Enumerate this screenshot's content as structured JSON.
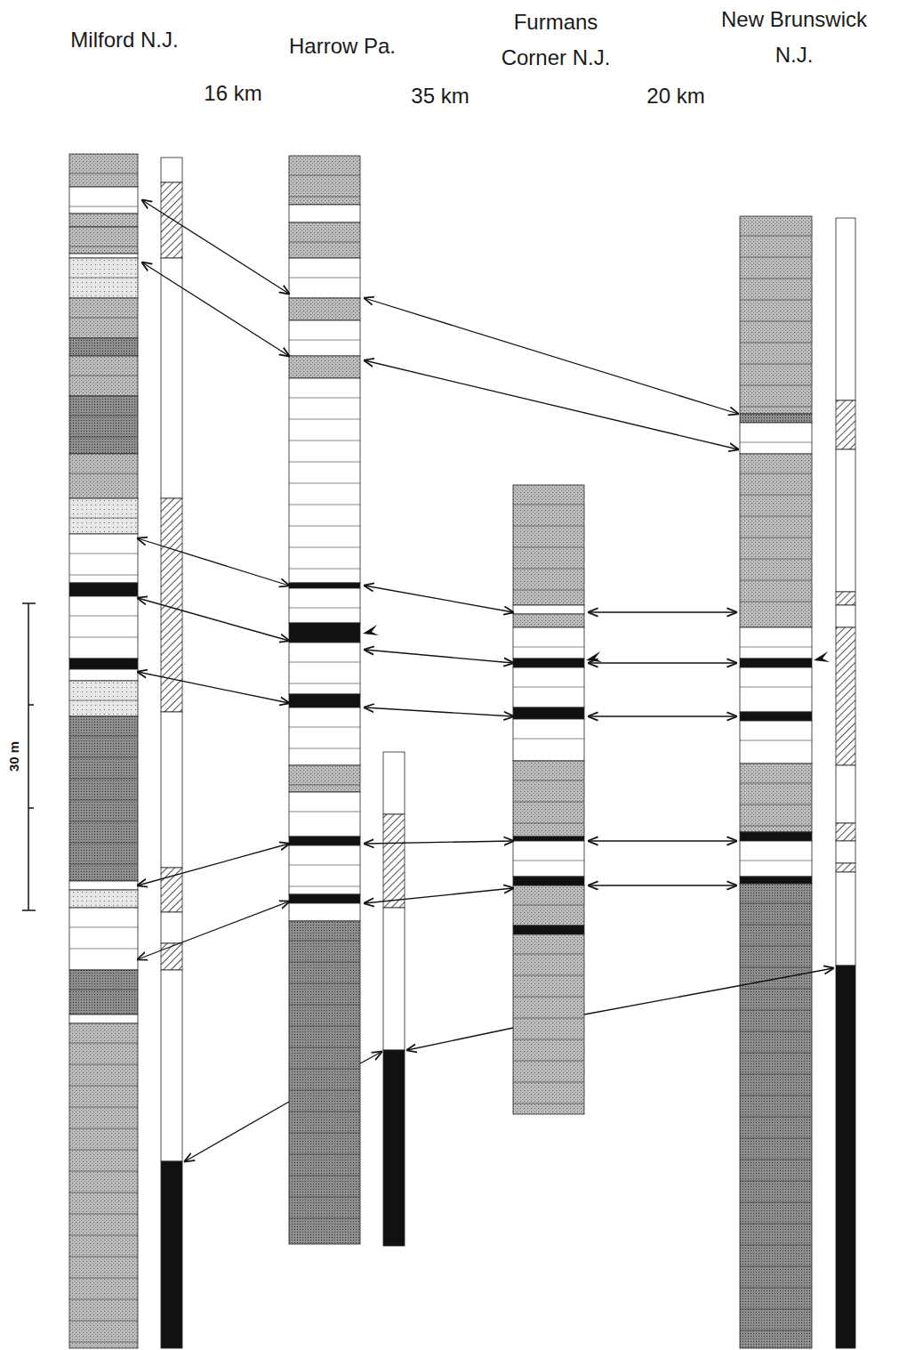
{
  "diagram": {
    "labels": [
      "Milford N.J.",
      "Harrow Pa.",
      "Furmans Corner N.J.",
      "New Brunswick N.J.",
      "16 km",
      "35 km",
      "20 km",
      "30 m"
    ]
  }
}
